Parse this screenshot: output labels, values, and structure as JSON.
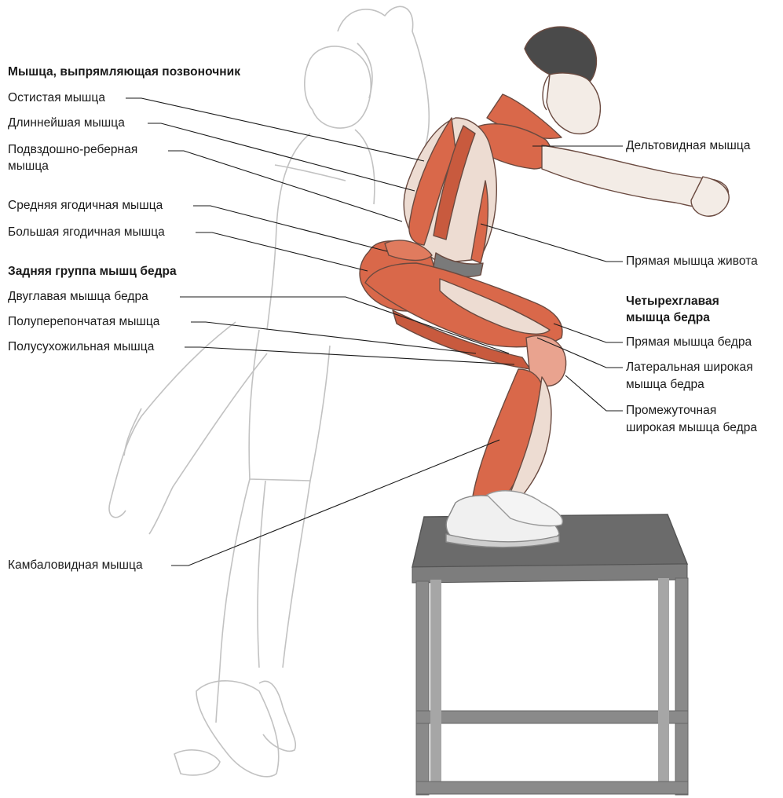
{
  "labels_left": {
    "erector_header": "Мышца, выпрямляющая позвоночник",
    "spinalis": "Остистая мышца",
    "longissimus": "Длиннейшая мышца",
    "iliocostalis_1": "Подвздошно-реберная",
    "iliocostalis_2": "мышца",
    "gluteus_medius": "Средняя ягодичная мышца",
    "gluteus_maximus": "Большая ягодичная мышца",
    "hamstrings_header": "Задняя группа мышц бедра",
    "biceps_femoris": "Двуглавая мышца бедра",
    "semimembranosus": "Полуперепончатая мышца",
    "semitendinosus": "Полусухожильная мышца",
    "soleus": "Камбаловидная мышца"
  },
  "labels_right": {
    "deltoid": "Дельтовидная мышца",
    "rectus_abdominis": "Прямая мышца живота",
    "quadriceps_header_1": "Четырехглавая",
    "quadriceps_header_2": "мышца бедра",
    "rectus_femoris": "Прямая мышца бедра",
    "vastus_lateralis_1": "Латеральная широкая",
    "vastus_lateralis_2": "мышца бедра",
    "vastus_intermedius_1": "Промежуточная",
    "vastus_intermedius_2": "широкая мышца бедра"
  },
  "colors": {
    "muscle": "#d9684a",
    "muscle_dark": "#b84a30",
    "skin_ghost": "#bdbdbd",
    "box_top": "#6b6b6b",
    "box_frame": "#8a8a8a",
    "leader_line": "#1a1a1a"
  }
}
